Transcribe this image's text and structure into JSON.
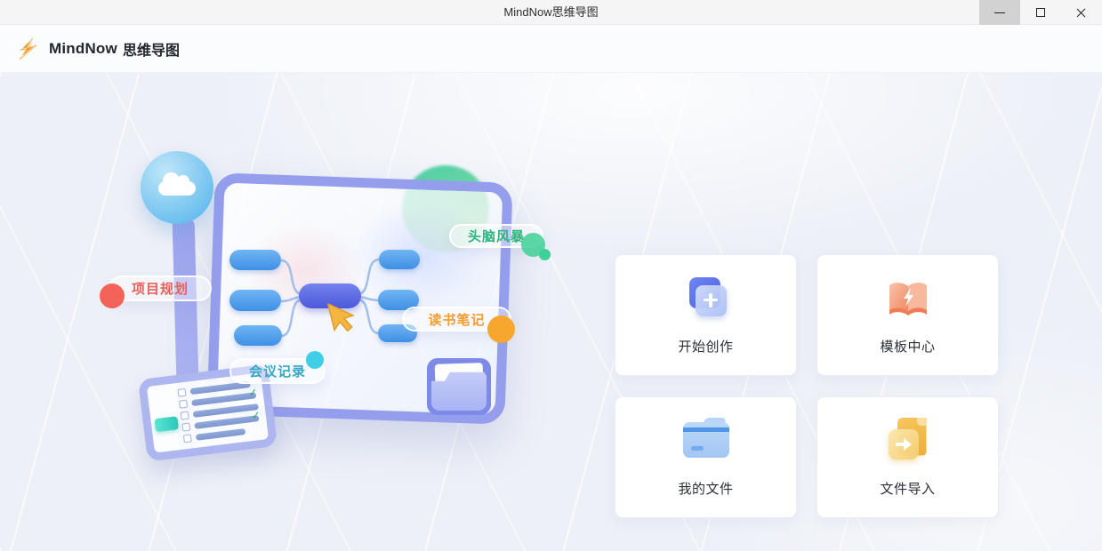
{
  "window": {
    "title": "MindNow思维导图"
  },
  "header": {
    "brand": "MindNow",
    "suffix": "思维导图"
  },
  "illustration": {
    "check_glyph": "✓",
    "labels": [
      {
        "id": "brainstorm",
        "text": "头脑风暴",
        "color": "#2eb47e",
        "dot": "#3fd095"
      },
      {
        "id": "project",
        "text": "项目规划",
        "color": "#e7605b",
        "dot": "#f4635a"
      },
      {
        "id": "reading",
        "text": "读书笔记",
        "color": "#f29d2f",
        "dot": "#f7a72e"
      },
      {
        "id": "meeting",
        "text": "会议记录",
        "color": "#32a8c5",
        "dot": "#41cfe8"
      }
    ]
  },
  "cards": [
    {
      "id": "start-create",
      "label": "开始创作",
      "icon": "create-new-icon"
    },
    {
      "id": "template-center",
      "label": "模板中心",
      "icon": "template-book-icon"
    },
    {
      "id": "my-files",
      "label": "我的文件",
      "icon": "my-files-folder-icon"
    },
    {
      "id": "file-import",
      "label": "文件导入",
      "icon": "file-import-icon"
    }
  ],
  "colors": {
    "accent_blue": "#4f9ce8",
    "accent_purple": "#5b6ae0",
    "board_border": "#959eec",
    "stage_bg": "#edf0f7",
    "card_bg": "#ffffff"
  }
}
